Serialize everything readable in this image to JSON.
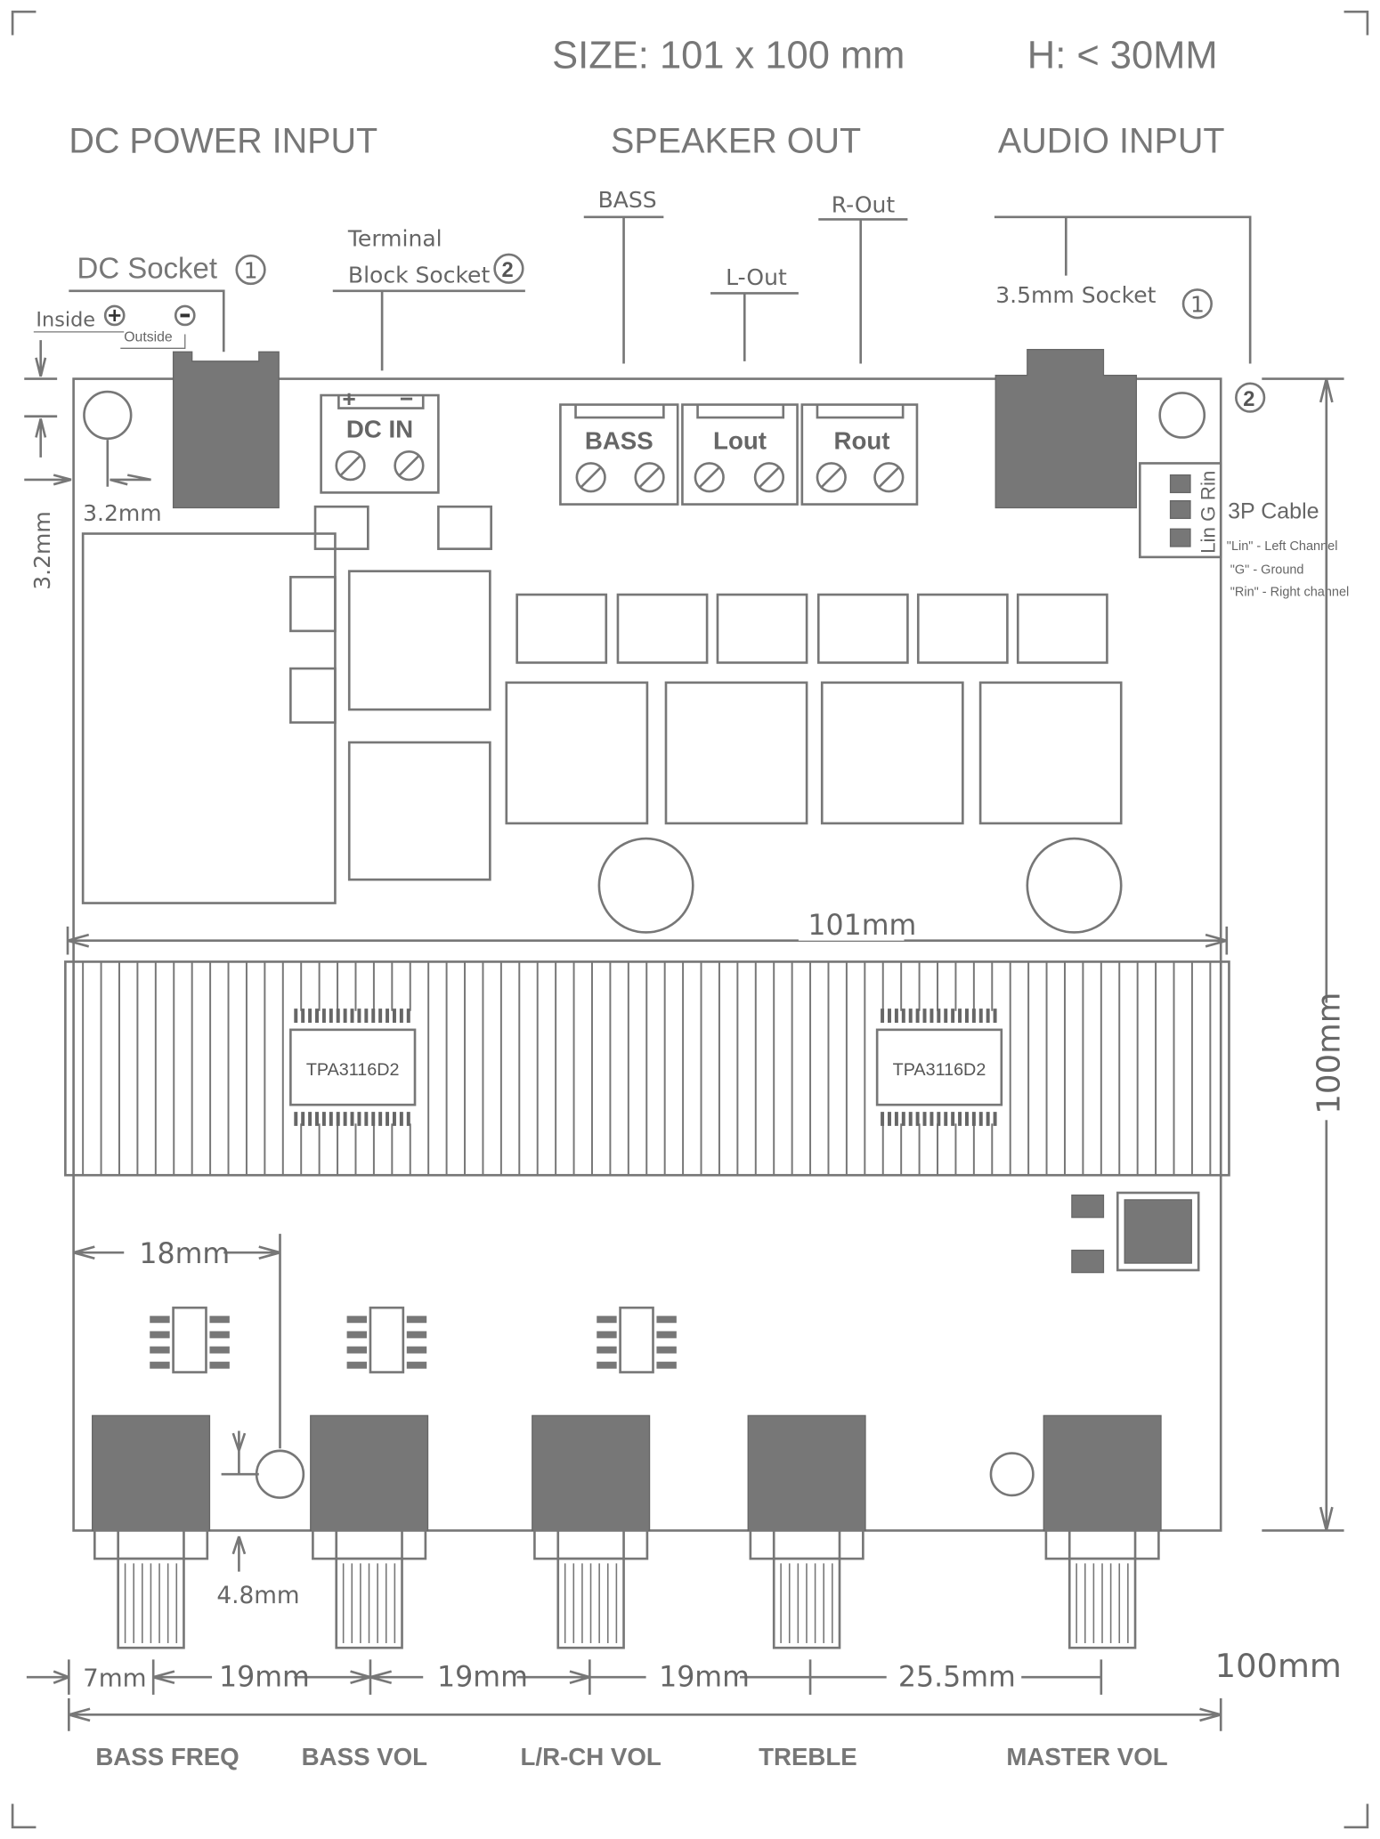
{
  "header": {
    "size": "SIZE:  101 x 100 mm",
    "height": "H:  < 30MM"
  },
  "sections": {
    "dc_power": "DC POWER INPUT",
    "speaker_out": "SPEAKER  OUT",
    "audio_input": "AUDIO INPUT"
  },
  "callouts": {
    "dc_socket": "DC Socket",
    "dc_socket_num": "1",
    "inside": "Inside",
    "outside": "Outside",
    "terminal": "Terminal",
    "block_socket": "Block Socket",
    "block_num": "2",
    "bass": "BASS",
    "l_out": "L-Out",
    "r_out": "R-Out",
    "socket_35": "3.5mm Socket",
    "socket_35_num": "1",
    "cable_num": "2"
  },
  "board": {
    "dc_in": "DC IN",
    "bass": "BASS",
    "lout": "Lout",
    "rout": "Rout",
    "pins": "Lin G Rin",
    "chip_left": "TPA3116D2",
    "chip_right": "TPA3116D2"
  },
  "cable": {
    "title": "3P Cable",
    "notes": [
      "\"Lin\" - Left Channel",
      "\"G\" - Ground",
      "\"Rin\" - Right channel"
    ]
  },
  "dimensions": {
    "hole_x": "3.2mm",
    "hole_y": "3.2mm",
    "width": "101mm",
    "height": "100mm",
    "pot_offset": "18mm",
    "pot_edge": "4.8mm",
    "spacing": [
      "7mm",
      "19mm",
      "19mm",
      "19mm",
      "25.5mm"
    ],
    "total": "100mm"
  },
  "knobs": [
    "BASS FREQ",
    "BASS VOL",
    "L/R-CH VOL",
    "TREBLE",
    "MASTER VOL"
  ]
}
